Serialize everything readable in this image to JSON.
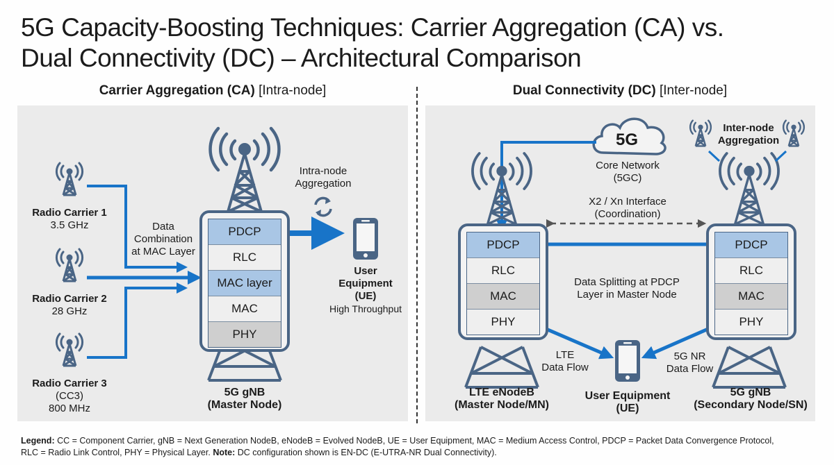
{
  "title": {
    "line1": "5G Capacity-Boosting Techniques: Carrier Aggregation (CA) vs.",
    "line2": "Dual Connectivity (DC) – Architectural Comparison"
  },
  "colors": {
    "accent_blue": "#1874c8",
    "tower_blue": "#4a6585",
    "panel_bg": "#ebebeb",
    "layer_blue": "#a9c6e5",
    "layer_gray": "#cfcfcf"
  },
  "ca": {
    "heading": "Carrier Aggregation (CA)",
    "heading_sub": "[Intra-node]",
    "carriers": [
      {
        "name": "Radio Carrier 1",
        "detail": "3.5 GHz"
      },
      {
        "name": "Radio Carrier 2",
        "detail": "28 GHz"
      },
      {
        "name": "Radio Carrier 3",
        "detail": "(CC3)",
        "detail2": "800 MHz"
      }
    ],
    "combination_label": [
      "Data",
      "Combination",
      "at MAC Layer"
    ],
    "aggregation_label": [
      "Intra-node",
      "Aggregation"
    ],
    "refresh_icon": "sync-arrows-icon",
    "node_layers": [
      "PDCP",
      "RLC",
      "MAC layer",
      "MAC",
      "PHY"
    ],
    "node_label": [
      "5G gNB",
      "(Master Node)"
    ],
    "ue_label": [
      "User",
      "Equipment",
      "(UE)"
    ],
    "ue_sub": "High Throughput"
  },
  "dc": {
    "heading": "Dual Connectivity (DC)",
    "heading_sub": "[Inter-node]",
    "cloud_text": "5G",
    "core_label": [
      "Core Network",
      "(5GC)"
    ],
    "inter_node_label": [
      "Inter-node",
      "Aggregation"
    ],
    "interface_label": [
      "X2 / Xn Interface",
      "(Coordination)"
    ],
    "split_label": [
      "Data Splitting at PDCP",
      "Layer in Master Node"
    ],
    "master_layers": [
      "PDCP",
      "RLC",
      "MAC",
      "PHY"
    ],
    "secondary_layers": [
      "PDCP",
      "RLC",
      "MAC",
      "PHY"
    ],
    "master_label": [
      "LTE eNodeB",
      "(Master Node/MN)"
    ],
    "secondary_label": [
      "5G gNB",
      "(Secondary Node/SN)"
    ],
    "lte_flow_label": [
      "LTE",
      "Data Flow"
    ],
    "nr_flow_label": [
      "5G NR",
      "Data Flow"
    ],
    "ue_label": [
      "User Equipment",
      "(UE)"
    ]
  },
  "legend": {
    "label": "Legend:",
    "line1": "CC = Component Carrier, gNB = Next Generation NodeB, eNodeB = Evolved NodeB, UE = User Equipment, MAC = Medium Access Control, PDCP = Packet Data Convergence Protocol,",
    "line2a": "RLC = Radio Link Control, PHY = Physical Layer.",
    "note_label": "Note:",
    "line2b": "DC configuration shown is EN-DC (E-UTRA-NR Dual Connectivity)."
  }
}
